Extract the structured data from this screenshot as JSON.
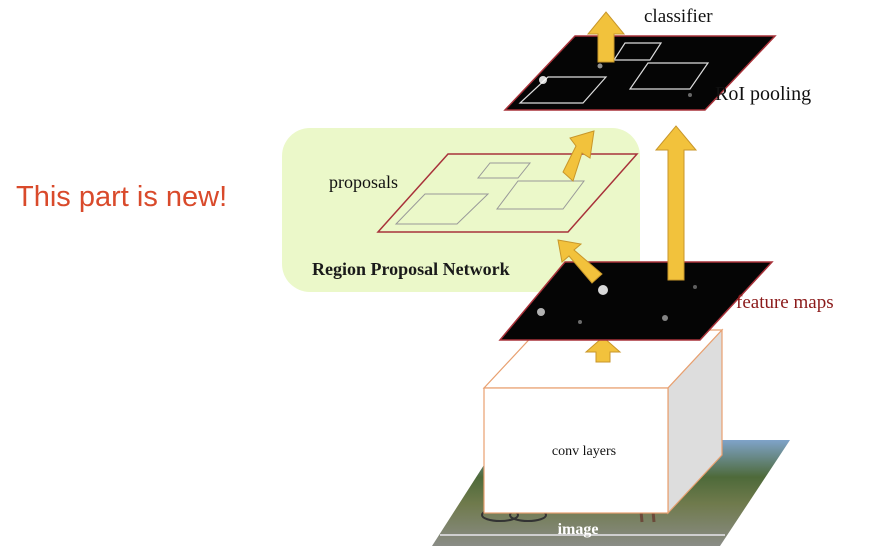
{
  "labels": {
    "classifier": "classifier",
    "roi_pooling": "RoI pooling",
    "proposals": "proposals",
    "rpn": "Region Proposal Network",
    "feature_maps": "feature maps",
    "conv_layers": "conv layers",
    "image": "image",
    "note": "This part is new!"
  },
  "colors": {
    "note_text": "#d94a2b",
    "map_border": "#a8323a",
    "arrow_fill": "#f2c23c",
    "rpn_highlight": "#e9f7c4",
    "feature_label": "#8b1a1a",
    "conv_border": "#e8a070"
  }
}
